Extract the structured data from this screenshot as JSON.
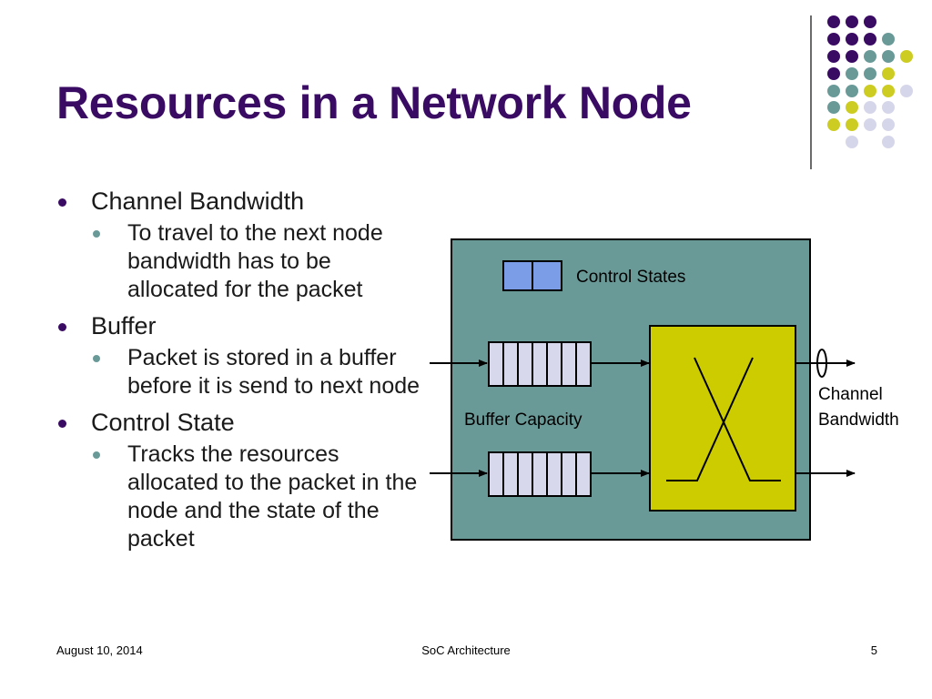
{
  "title": "Resources in a Network Node",
  "bullets": [
    {
      "label": "Channel Bandwidth",
      "sub": [
        "To travel to the next node bandwidth has to be allocated for the packet"
      ]
    },
    {
      "label": "Buffer",
      "sub": [
        "Packet is stored in a buffer before it is send to next node"
      ]
    },
    {
      "label": "Control State",
      "sub": [
        "Tracks the resources allocated to the packet in the node and the state of the packet"
      ]
    }
  ],
  "diagram": {
    "control_states_label": "Control States",
    "buffer_capacity_label": "Buffer Capacity",
    "channel_bandwidth_label_line1": "Channel",
    "channel_bandwidth_label_line2": "Bandwidth"
  },
  "footer": {
    "date": "August 10, 2014",
    "center": "SoC Architecture",
    "page": "5"
  },
  "colors": {
    "title": "#3a0b63",
    "node_fill": "#6a9a98",
    "switch_fill": "#cccc00",
    "buffer_slot": "#d8d8ec",
    "control_state_fill": "#7b9de8",
    "dot_purple": "#3a0b63",
    "dot_teal": "#6a9a98",
    "dot_yellow": "#cccc22",
    "dot_lavender": "#d6d6ea"
  }
}
